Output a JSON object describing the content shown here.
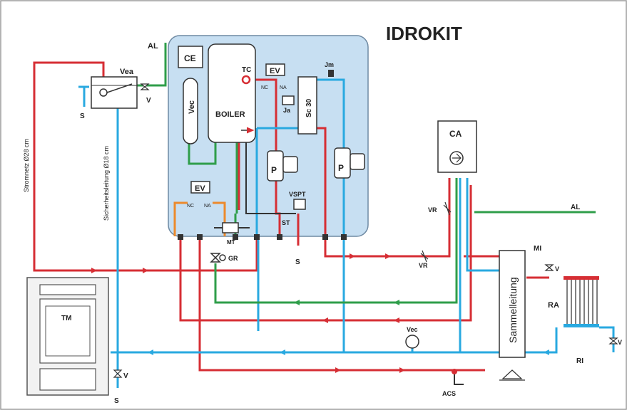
{
  "title": "IDROKIT",
  "labels": {
    "ce": "CE",
    "boiler": "BOILER",
    "vec_tank": "Vec",
    "tc": "TC",
    "ev_top": "EV",
    "nc_top": "NC",
    "na_top": "NA",
    "ja": "Ja",
    "jm": "Jm",
    "sc30": "Sc 30",
    "pump_p": "P",
    "pump_p2": "P",
    "vspt": "VSPT",
    "st": "ST",
    "ev_bottom": "EV",
    "nc_bottom": "NC",
    "na_bottom": "NA",
    "mt": "MT",
    "gr": "GR",
    "s_drain_center": "S",
    "al_top": "AL",
    "vea": "Vea",
    "s_vea": "S",
    "v_vea": "V",
    "stromnetz": "Stromnetz Ø28 cm",
    "sicherheitsleitung": "Sicherheitsleitung Ø18 cm",
    "tm": "TM",
    "v_tm": "V",
    "s_tm": "S",
    "ca": "CA",
    "vr_upper": "VR",
    "vr_lower": "VR",
    "al_right": "AL",
    "sammelleitung": "Sammelleitung",
    "mi": "MI",
    "v_mi": "V",
    "ra": "RA",
    "v_ri": "V",
    "ri": "RI",
    "vec_expansion": "Vec",
    "acs": "ACS"
  },
  "colors": {
    "hot": "#d62e34",
    "cold": "#29a9e0",
    "green": "#2f9e4a",
    "orange": "#ec8a2c",
    "panel": "#c7dff2",
    "panel_stroke": "#6f8aa3"
  }
}
